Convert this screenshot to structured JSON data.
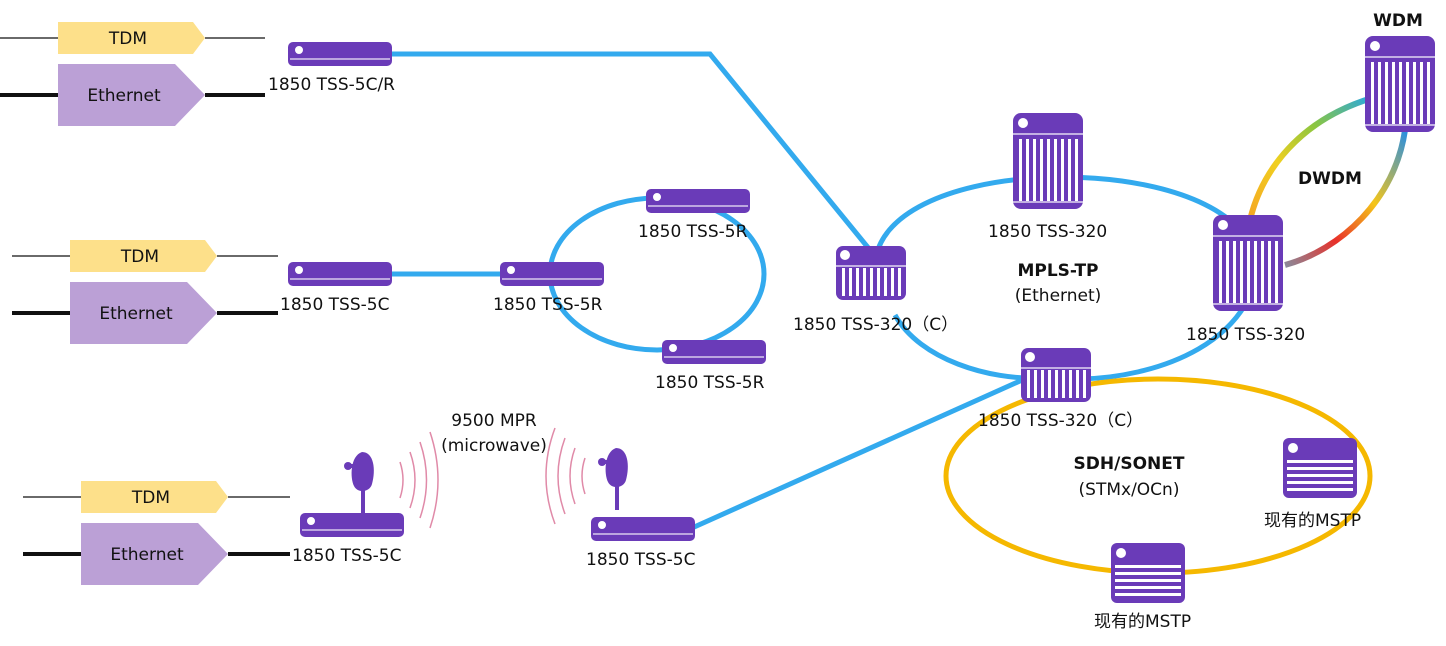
{
  "colors": {
    "device": "#6a3bb8",
    "device_light": "#ffffff",
    "ethernet_link": "#33aaee",
    "sdh_ring": "#f5b800",
    "tdm_tag": "#fde08a",
    "ethernet_tag": "#bba0d6",
    "microwave": "#e08aa8"
  },
  "client_groups": [
    {
      "tdm_label": "TDM",
      "ethernet_label": "Ethernet"
    },
    {
      "tdm_label": "TDM",
      "ethernet_label": "Ethernet"
    },
    {
      "tdm_label": "TDM",
      "ethernet_label": "Ethernet"
    }
  ],
  "devices": {
    "tss5cr": "1850 TSS-5C/R",
    "tss5c_mid": "1850 TSS-5C",
    "tss5r_left": "1850 TSS-5R",
    "tss5r_top": "1850 TSS-5R",
    "tss5r_bottom": "1850 TSS-5R",
    "tss320c_center": "1850 TSS-320（C）",
    "tss320_top": "1850 TSS-320",
    "tss320_right": "1850 TSS-320",
    "tss320c_bottom": "1850 TSS-320（C）",
    "tss5c_bl": "1850 TSS-5C",
    "tss5c_bm": "1850 TSS-5C",
    "mstp_right": "现有的MSTP",
    "mstp_bottom": "现有的MSTP"
  },
  "network_labels": {
    "mpls_title": "MPLS-TP",
    "mpls_sub": "(Ethernet)",
    "sdh_title": "SDH/SONET",
    "sdh_sub": "(STMx/OCn)",
    "wdm": "WDM",
    "dwdm": "DWDM",
    "microwave_title": "9500 MPR",
    "microwave_sub": "(microwave)"
  }
}
